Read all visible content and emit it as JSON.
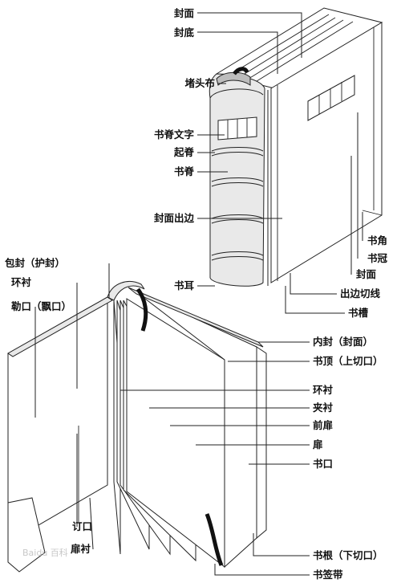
{
  "upper_labels": {
    "cover_top": "封面",
    "cover_bottom": "封底",
    "headband": "堵头布",
    "spine_text": "书脊文字",
    "spine_bands": "起脊",
    "spine": "书脊",
    "cover_overhang": "封面出边",
    "corner": "书角",
    "crown": "书冠",
    "cover_right": "封面",
    "hinge": "书耳",
    "overhang_line": "出边切线",
    "groove": "书槽"
  },
  "lower_left_labels": {
    "jacket": "包封（护封）",
    "endpaper": "环衬",
    "fore_edge": "勒口（飘口）",
    "gutter": "订口",
    "flyleaf": "扉衬"
  },
  "lower_right_labels": {
    "inner_cover": "内封（封面）",
    "head": "书顶（上切口）",
    "endpaper": "环衬",
    "interleaf": "夹衬",
    "front_title": "前扉",
    "title": "扉",
    "mouth": "书口",
    "tail": "书根（下切口）",
    "bookmark": "书签带"
  },
  "watermark": "Baidu 百科"
}
